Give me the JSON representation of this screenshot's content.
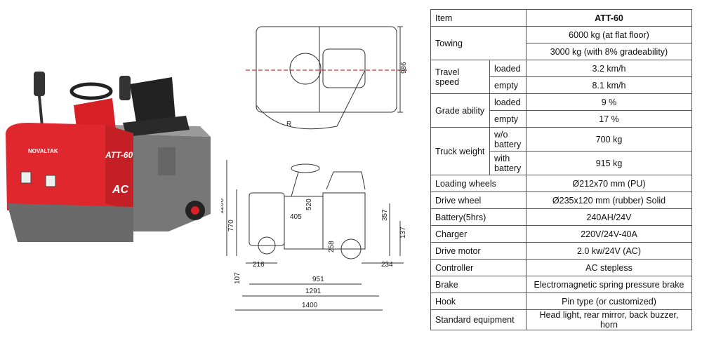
{
  "photo": {
    "brand": "NOVALTAK",
    "model_label": "ATT-60",
    "badge": "AC"
  },
  "top_view": {
    "radius_label": "R",
    "width_label": "986"
  },
  "side_view": {
    "dim_1200": "1200",
    "dim_770": "770",
    "dim_520": "520",
    "dim_405": "405",
    "dim_357": "357",
    "dim_137": "137",
    "dim_258": "258",
    "dim_216": "216",
    "dim_234": "234",
    "dim_107": "107",
    "dim_951": "951",
    "dim_1291": "1291",
    "dim_1400": "1400"
  },
  "spec": {
    "item_header": "Item",
    "model_header": "ATT-60",
    "towing": {
      "label": "Towing",
      "flat": "6000 kg (at flat floor)",
      "grade": "3000 kg (with 8% gradeability)"
    },
    "travel_speed": {
      "label": "Travel speed",
      "loaded": "loaded",
      "loaded_val": "3.2 km/h",
      "empty": "empty",
      "empty_val": "8.1 km/h"
    },
    "grade_ability": {
      "label": "Grade ability",
      "loaded": "loaded",
      "loaded_val": "9 %",
      "empty": "empty",
      "empty_val": "17 %"
    },
    "truck_weight": {
      "label": "Truck weight",
      "wo": "w/o battery",
      "wo_val": "700 kg",
      "with": "with battery",
      "with_val": "915 kg"
    },
    "rows": [
      {
        "label": "Loading wheels",
        "value": "Ø212x70 mm (PU)"
      },
      {
        "label": "Drive wheel",
        "value": "Ø235x120 mm (rubber) Solid"
      },
      {
        "label": "Battery(5hrs)",
        "value": "240AH/24V"
      },
      {
        "label": "Charger",
        "value": "220V/24V-40A"
      },
      {
        "label": "Drive motor",
        "value": "2.0 kw/24V (AC)"
      },
      {
        "label": "Controller",
        "value": "AC stepless"
      },
      {
        "label": "Brake",
        "value": "Electromagnetic spring pressure brake"
      },
      {
        "label": "Hook",
        "value": "Pin type (or customized)"
      },
      {
        "label": "Standard equipment",
        "value": "Head light, rear mirror, back buzzer, horn"
      }
    ]
  }
}
